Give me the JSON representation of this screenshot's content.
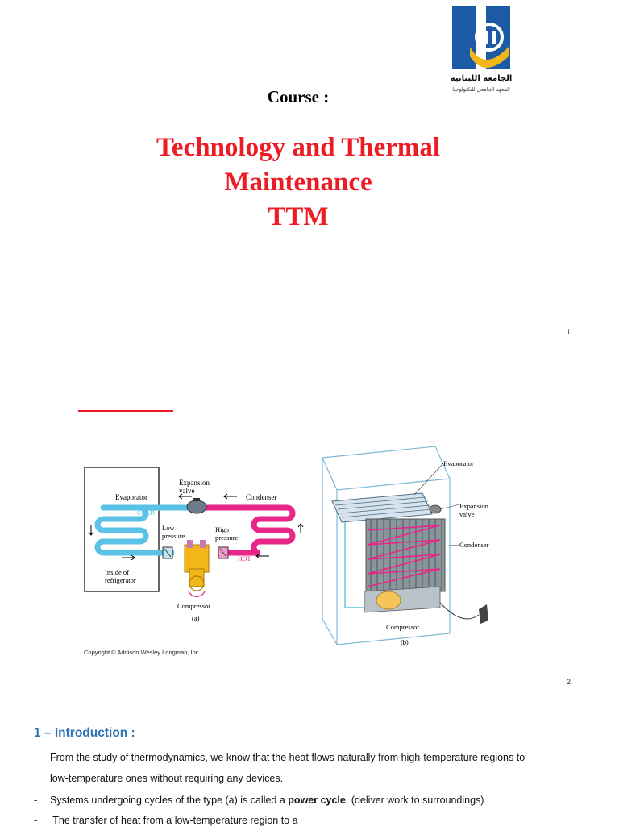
{
  "logo": {
    "arabic_line1": "الجامعة اللبنانية",
    "arabic_line2": "المعهد الجامعي للتكنولوجيا",
    "colors": {
      "blue": "#1c5aa6",
      "gold": "#f2b51a"
    }
  },
  "slide1": {
    "course_label": "Course :",
    "title_lines": [
      "Technology and Thermal",
      "Maintenance",
      "TTM"
    ],
    "page_number": "1",
    "title_color": "#ed1c24"
  },
  "slide2": {
    "page_number": "2",
    "diagram_a": {
      "evaporator": "Evaporator",
      "expansion_valve_1": "Expansion",
      "expansion_valve_2": "valve",
      "condenser": "Condenser",
      "cold": "COLD",
      "low_pressure_1": "Low",
      "low_pressure_2": "pressure",
      "high_pressure_1": "High",
      "high_pressure_2": "pressure",
      "hot": "HOT",
      "inside_1": "Inside of",
      "inside_2": "refrigerator",
      "compressor": "Compressor",
      "caption": "(a)"
    },
    "diagram_b": {
      "evaporator": "Evaporator",
      "expansion_valve_1": "Expansion",
      "expansion_valve_2": "valve",
      "condenser": "Condenser",
      "compressor": "Compressor",
      "caption": "(b)"
    },
    "copyright": "Copyright © Addison Wesley Longman, Inc.",
    "colors": {
      "cold": "#5bc2e7",
      "hot": "#e8268a",
      "box": "#7fb8d8"
    }
  },
  "section": {
    "heading": "1 – Introduction :",
    "heading_color": "#2e74b5",
    "bullets": [
      {
        "dash": "-",
        "line1": "From the study of thermodynamics, we know that the heat flows naturally from high-temperature regions to",
        "line2": "low-temperature ones without requiring any devices."
      },
      {
        "dash": "-",
        "text_before": "Systems undergoing cycles of the type (a) is called a ",
        "bold": "power cycle",
        "text_after": ". (deliver work to surroundings)"
      },
      {
        "dash": "-",
        "text": " The transfer of heat from a low-temperature region to a"
      }
    ]
  }
}
